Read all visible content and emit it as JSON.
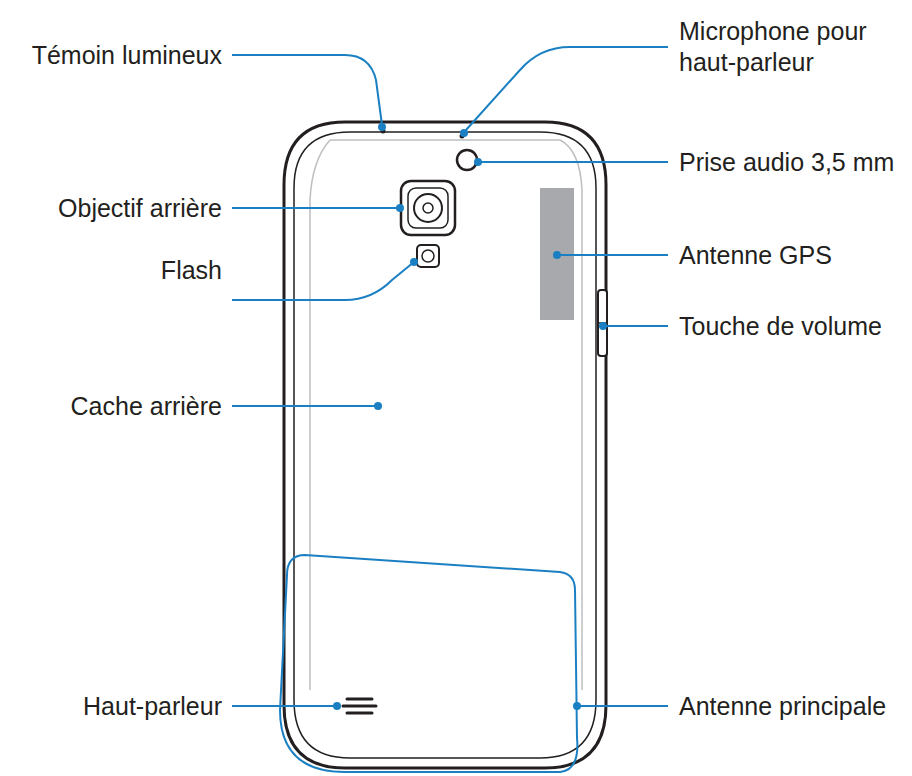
{
  "diagram": {
    "labels": [
      "Témoin lumineux",
      "Microphone pour haut-parleur",
      "Prise audio 3,5 mm",
      "Objectif arrière",
      "Antenne GPS",
      "Flash",
      "Touche de volume",
      "Cache arrière",
      "Haut-parleur",
      "Antenne principale"
    ]
  }
}
